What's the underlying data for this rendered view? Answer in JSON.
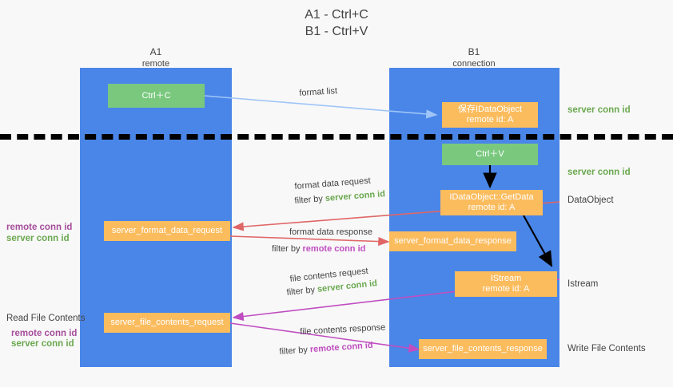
{
  "title": {
    "line1": "A1 - Ctrl+C",
    "line2": "B1 - Ctrl+V"
  },
  "columns": [
    {
      "name": "A1",
      "sub": "remote"
    },
    {
      "name": "B1",
      "sub": "connection"
    }
  ],
  "nodes": {
    "ctrl_c": "Ctrl＋C",
    "save_idataobject_l1": "保存IDataObject",
    "save_idataobject_l2": "remote id: A",
    "ctrl_v": "Ctrl＋V",
    "getdata_l1": "IDataObject::GetData",
    "getdata_l2": "remote id: A",
    "format_data_request": "server_format_data_request",
    "format_data_response": "server_format_data_response",
    "istream_l1": "IStream",
    "istream_l2": "remote id: A",
    "file_contents_request": "server_file_contents_request",
    "file_contents_response": "server_file_contents_response"
  },
  "edge_labels": {
    "format_list": "format list",
    "format_data_request": "format data request",
    "format_data_request_filter_prefix": "filter by ",
    "format_data_request_filter_key": "server conn id",
    "format_data_response": "format data response",
    "format_data_response_filter_prefix": "filter by ",
    "format_data_response_filter_key": "remote conn id",
    "file_contents_request": "file contents request",
    "file_contents_request_filter_prefix": "filter by ",
    "file_contents_request_filter_key": "server conn id",
    "file_contents_response": "file contents response",
    "file_contents_response_filter_prefix": "filter by ",
    "file_contents_response_filter_key": "remote conn id"
  },
  "right_labels": {
    "server_conn_id_top": "server conn id",
    "server_conn_id_second": "server conn id",
    "dataobject": "DataObject",
    "istream": "Istream",
    "write_file_contents": "Write File Contents"
  },
  "left_labels": {
    "remote_conn_id_top": "remote conn id",
    "server_conn_id_top": "server conn id",
    "read_file_contents": "Read File Contents",
    "remote_conn_id_bottom": "remote conn id",
    "server_conn_id_bottom": "server conn id"
  },
  "colors": {
    "panel_blue": "#4a86e8",
    "node_green": "#79c87e",
    "node_orange": "#fbbc5e",
    "arrow_lightblue": "#9fc5f8",
    "arrow_red": "#e06666",
    "arrow_magenta": "#c04ec0",
    "arrow_black": "#000000",
    "text_green": "#6aa84f",
    "text_purple": "#a64d9a",
    "background": "#f8f8f8"
  }
}
